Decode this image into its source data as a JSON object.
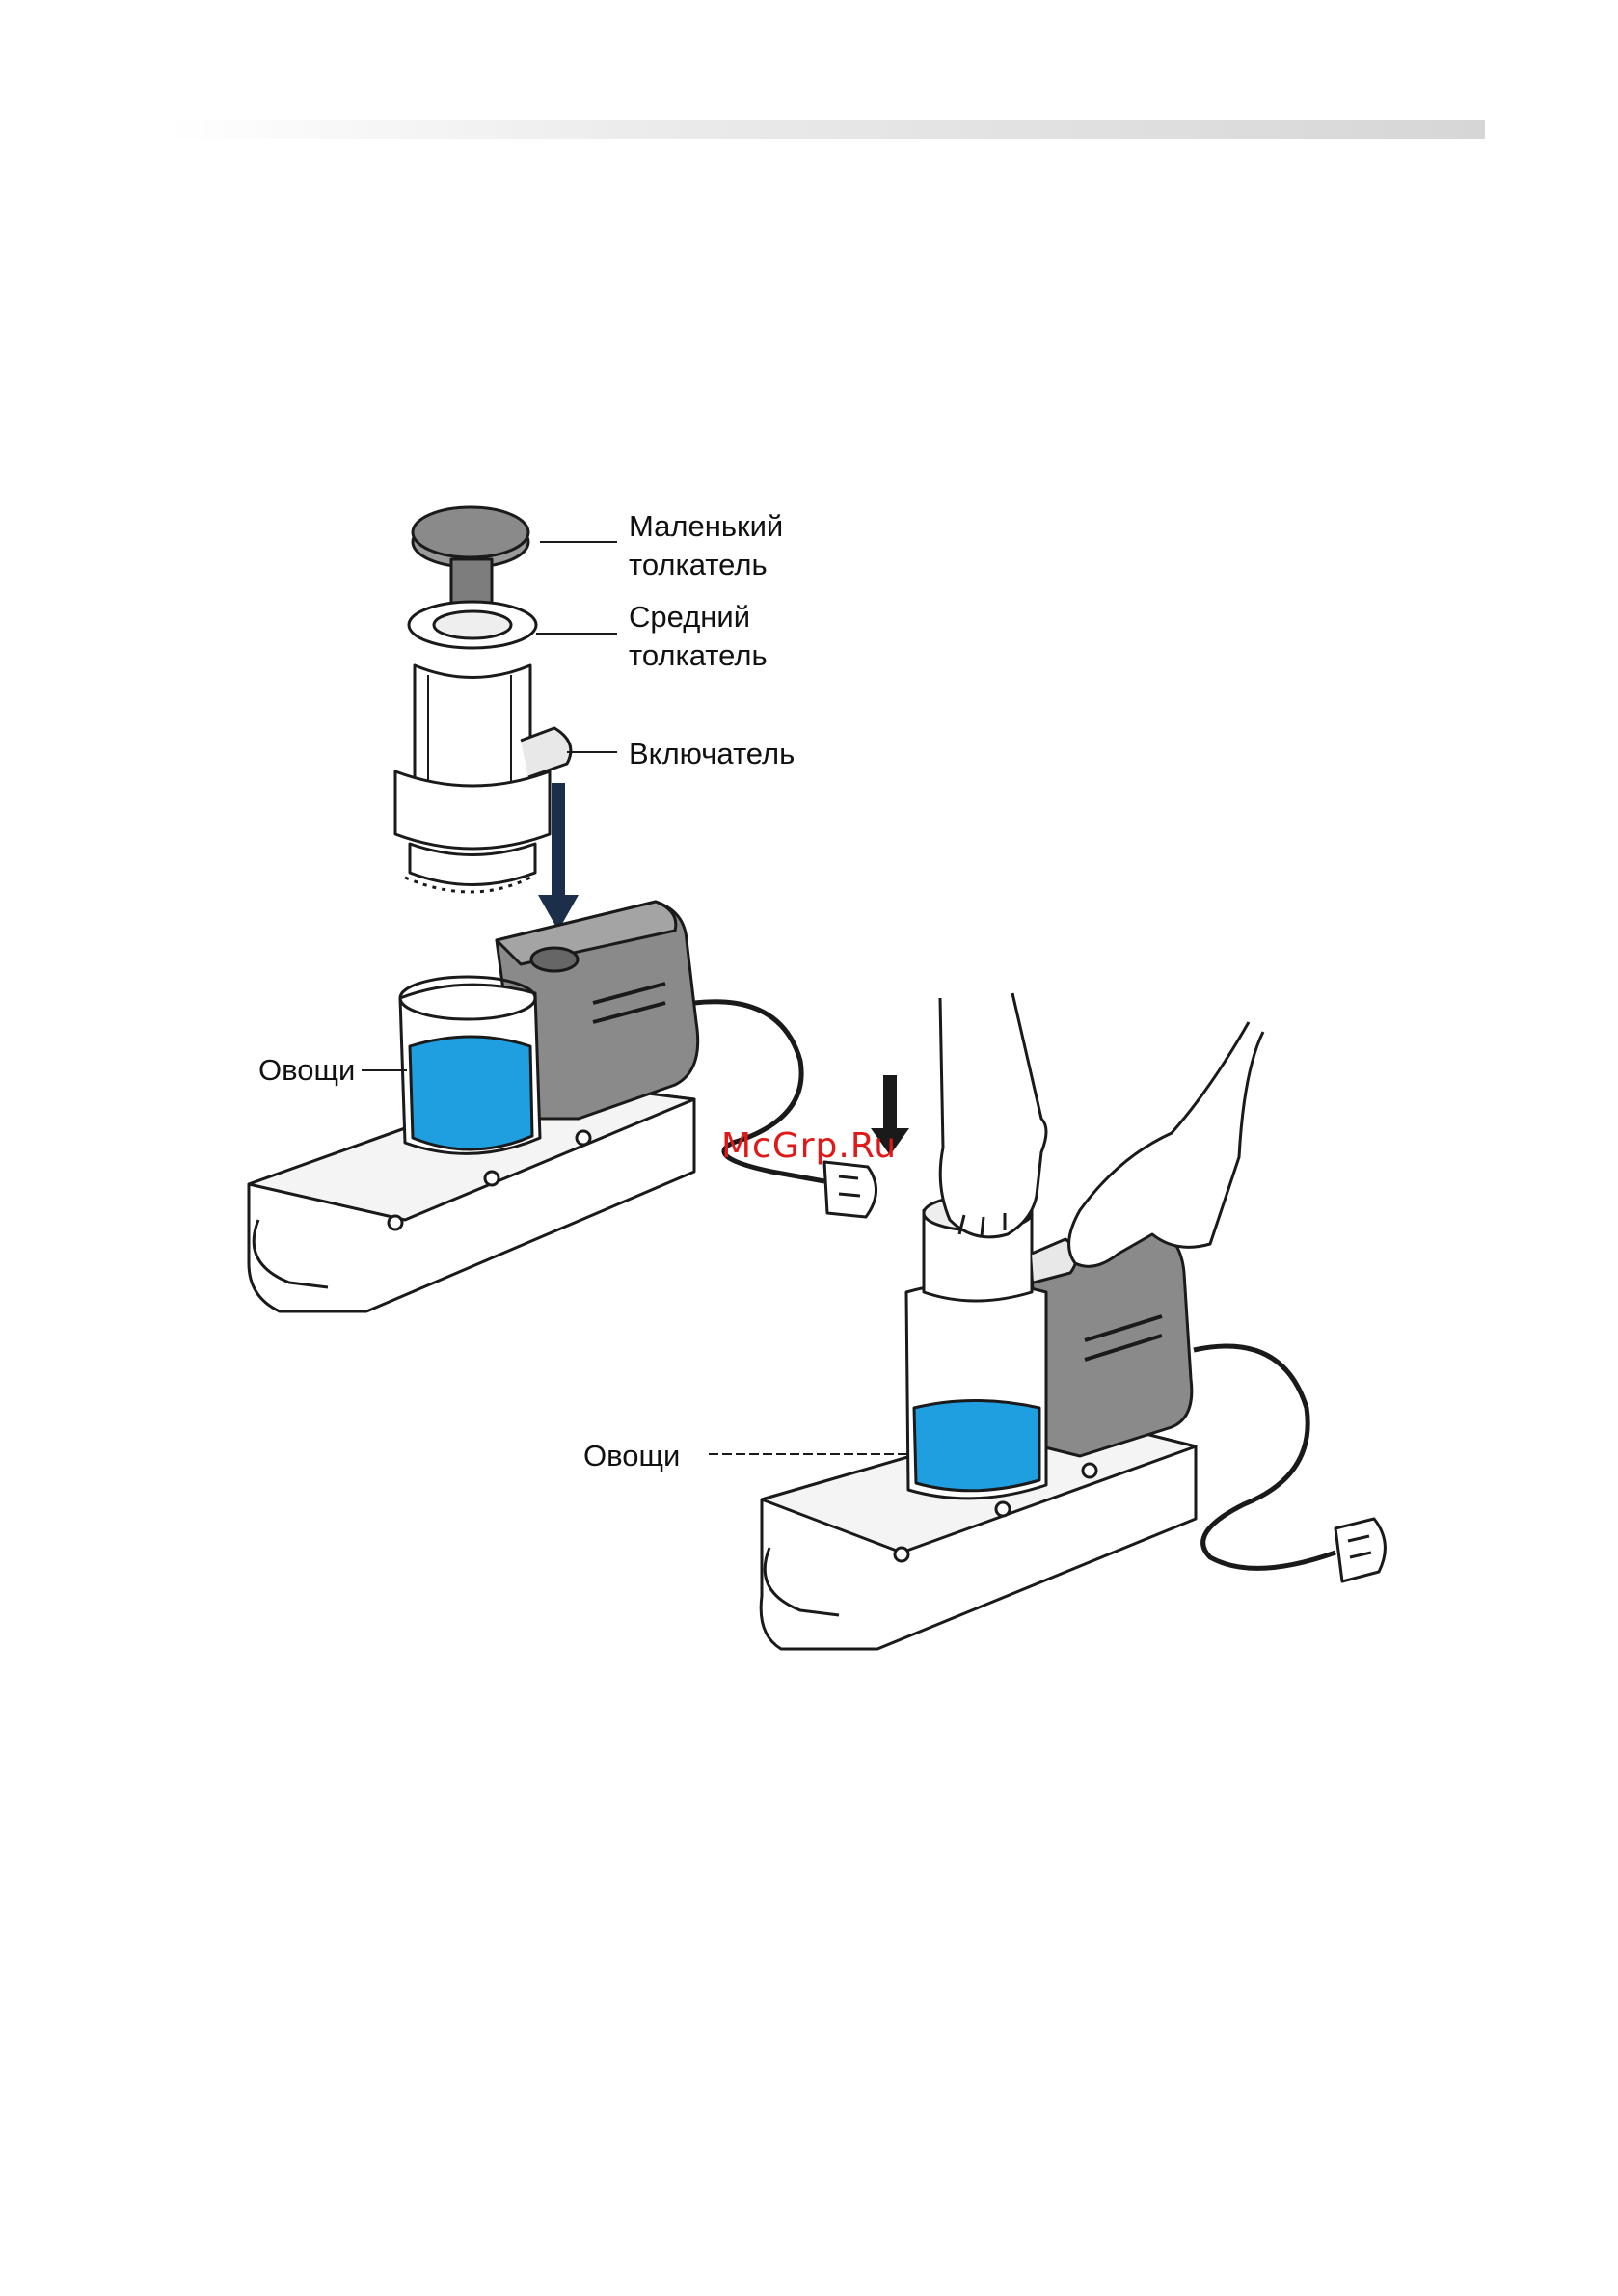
{
  "labels": {
    "small_pusher": [
      "Маленький",
      "толкатель"
    ],
    "medium_pusher": [
      "Средний",
      "толкатель"
    ],
    "switch": "Включатель",
    "vegetables_1": "Овощи",
    "vegetables_2": "Овощи"
  },
  "watermark": "McGrp.Ru",
  "colors": {
    "food_blue": "#1f9ee0",
    "motor_gray": "#8a8a8a",
    "line": "#1a1a1a",
    "arrow_navy": "#1c2f4a",
    "watermark": "#e01818"
  },
  "icons": {
    "arrow_left": "down-arrow-icon",
    "arrow_right": "down-arrow-icon",
    "plug": "power-plug-icon"
  }
}
